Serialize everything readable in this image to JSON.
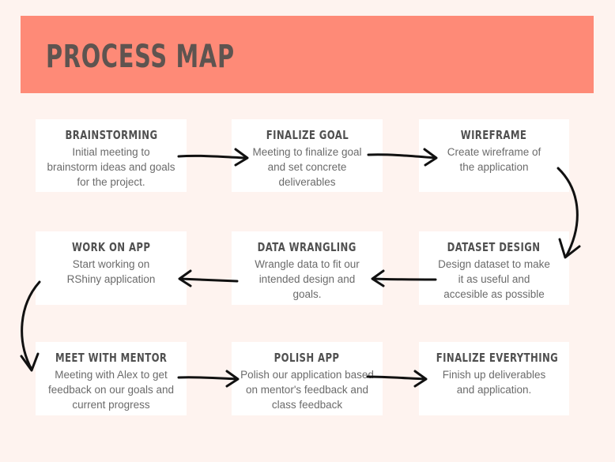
{
  "header": {
    "title": "PROCESS MAP"
  },
  "steps": [
    {
      "title": "BRAINSTORMING",
      "body": "Initial meeting to brainstorm ideas and goals for the project."
    },
    {
      "title": "FINALIZE GOAL",
      "body": "Meeting to finalize goal and set concrete deliverables"
    },
    {
      "title": "WIREFRAME",
      "body": "Create wireframe of the application"
    },
    {
      "title": "WORK ON APP",
      "body": "Start working on RShiny application"
    },
    {
      "title": "DATA WRANGLING",
      "body": "Wrangle data to fit our intended design and goals."
    },
    {
      "title": "DATASET DESIGN",
      "body": "Design dataset to make it as useful and accesible as possible"
    },
    {
      "title": "MEET WITH MENTOR",
      "body": "Meeting with Alex to get feedback on our goals and current progress"
    },
    {
      "title": "POLISH APP",
      "body": "Polish our application based on mentor's feedback and class feedback"
    },
    {
      "title": "FINALIZE EVERYTHING",
      "body": "Finish up deliverables and application."
    }
  ],
  "colors": {
    "banner": "#fe8a77",
    "background": "#fef3ef",
    "card": "#ffffff",
    "arrow": "#111111"
  }
}
